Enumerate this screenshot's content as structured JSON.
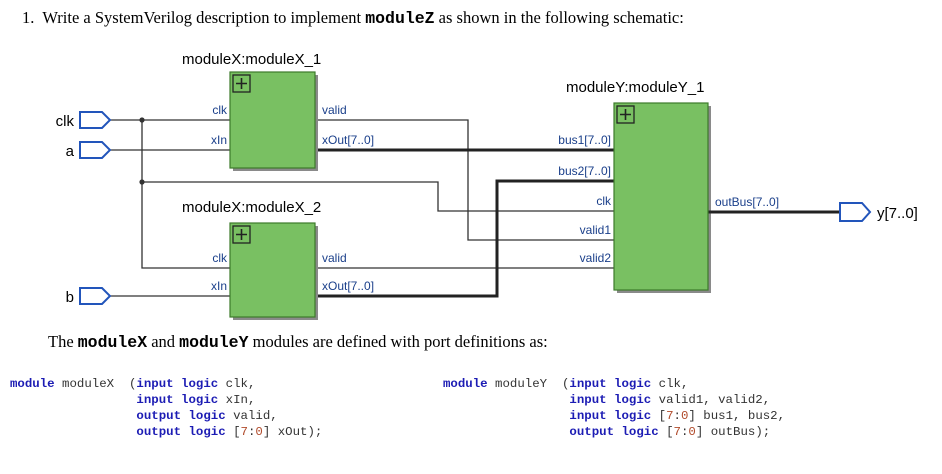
{
  "question": {
    "number": "1.",
    "text_pre": "Write a SystemVerilog description to implement",
    "module": "moduleZ",
    "text_post": "as shown in the following schematic:"
  },
  "schematic": {
    "inputs": [
      "clk",
      "a",
      "b"
    ],
    "output": "y[7..0]",
    "moduleX_1": {
      "title": "moduleX:moduleX_1",
      "ports_in": [
        "clk",
        "xIn"
      ],
      "ports_out": [
        "valid",
        "xOut[7..0]"
      ]
    },
    "moduleX_2": {
      "title": "moduleX:moduleX_2",
      "ports_in": [
        "clk",
        "xIn"
      ],
      "ports_out": [
        "valid",
        "xOut[7..0]"
      ]
    },
    "moduleY_1": {
      "title": "moduleY:moduleY_1",
      "ports_in": [
        "bus1[7..0]",
        "bus2[7..0]",
        "clk",
        "valid1",
        "valid2"
      ],
      "ports_out": [
        "outBus[7..0]"
      ]
    },
    "colors": {
      "module_fill": "#79c062",
      "module_border": "#3d7a2b",
      "pin_blue": "#2255bb",
      "wire": "#333333"
    }
  },
  "sentence2": {
    "pre": "The",
    "mod1": "moduleX",
    "mid": "and",
    "mod2": "moduleY",
    "post": "modules are defined with port definitions as:"
  },
  "code_x": {
    "l1": {
      "k1": "module",
      "t1": " moduleX  (",
      "k2": "input logic",
      "t2": " clk,"
    },
    "l2": {
      "k": "input logic",
      "t": " xIn,"
    },
    "l3": {
      "k": "output logic",
      "t": " valid,"
    },
    "l4": {
      "k": "output logic",
      "b1": " [",
      "n1": "7",
      "c": ":",
      "n2": "0",
      "b2": "]",
      "t": " xOut);"
    }
  },
  "code_y": {
    "l1": {
      "k1": "module",
      "t1": " moduleY  (",
      "k2": "input logic",
      "t2": " clk,"
    },
    "l2": {
      "k": "input logic",
      "t": " valid1, valid2,"
    },
    "l3": {
      "k": "input logic",
      "b1": " [",
      "n1": "7",
      "c": ":",
      "n2": "0",
      "b2": "]",
      "t": " bus1, bus2,"
    },
    "l4": {
      "k": "output logic",
      "b1": " [",
      "n1": "7",
      "c": ":",
      "n2": "0",
      "b2": "]",
      "t": " outBus);"
    }
  }
}
